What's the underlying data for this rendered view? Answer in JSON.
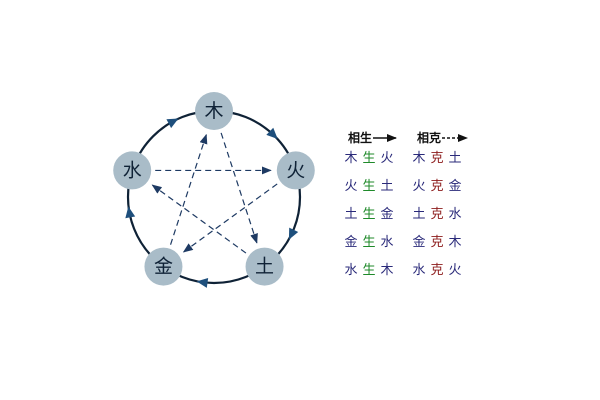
{
  "diagram": {
    "elements": [
      {
        "id": "wood",
        "label": "木"
      },
      {
        "id": "fire",
        "label": "火"
      },
      {
        "id": "earth",
        "label": "土"
      },
      {
        "id": "metal",
        "label": "金"
      },
      {
        "id": "water",
        "label": "水"
      }
    ],
    "generating_cycle": [
      "wood",
      "fire",
      "earth",
      "metal",
      "water"
    ],
    "overcoming_cycle": [
      "wood",
      "earth",
      "water",
      "fire",
      "metal"
    ],
    "colors": {
      "node_fill": "#a9bcc8",
      "node_text": "#0f2236",
      "ring_stroke": "#0f2236",
      "arrow_fill": "#1e4f7c",
      "star_stroke": "#1e3a63"
    }
  },
  "legend": {
    "generating_label": "相生",
    "overcoming_label": "相克",
    "generating_rows": [
      [
        "木",
        "生",
        "火"
      ],
      [
        "火",
        "生",
        "土"
      ],
      [
        "土",
        "生",
        "金"
      ],
      [
        "金",
        "生",
        "水"
      ],
      [
        "水",
        "生",
        "木"
      ]
    ],
    "overcoming_rows": [
      [
        "木",
        "克",
        "土"
      ],
      [
        "火",
        "克",
        "金"
      ],
      [
        "土",
        "克",
        "水"
      ],
      [
        "金",
        "克",
        "木"
      ],
      [
        "水",
        "克",
        "火"
      ]
    ],
    "colors": {
      "element_text": "#2a2a7a",
      "generating_verb": "#1f8a2a",
      "overcoming_verb": "#8c1a1a"
    }
  }
}
